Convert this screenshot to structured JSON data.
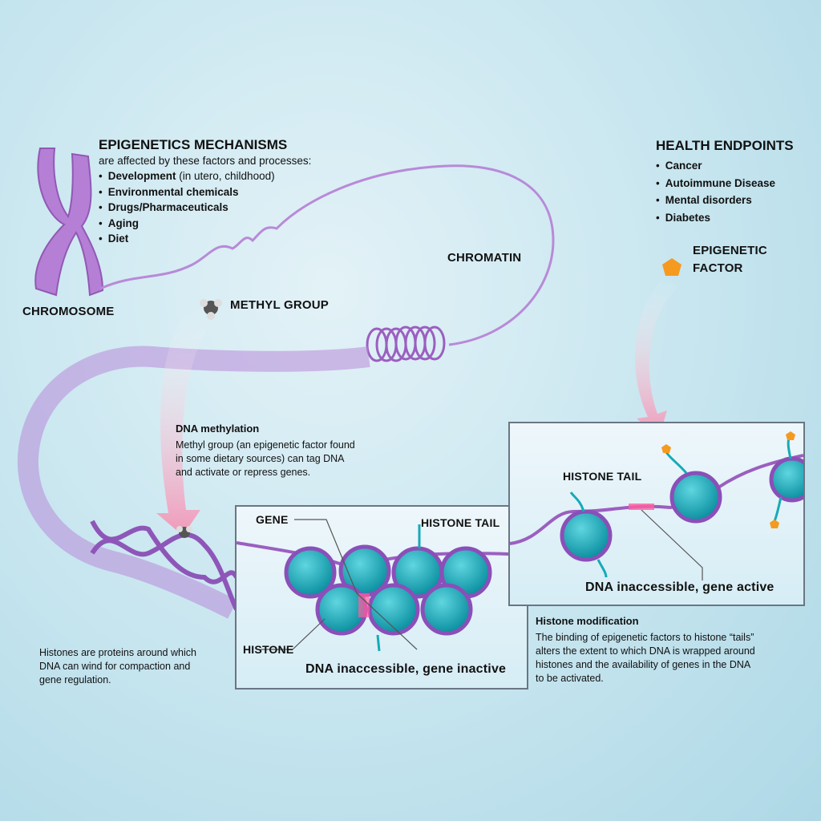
{
  "mechanisms": {
    "title": "EPIGENETICS MECHANISMS",
    "subtitle": "are affected by these factors and processes:",
    "items": [
      {
        "bold": "Development",
        "rest": " (in utero, childhood)"
      },
      {
        "bold": "Environmental chemicals",
        "rest": ""
      },
      {
        "bold": "Drugs/Pharmaceuticals",
        "rest": ""
      },
      {
        "bold": "Aging",
        "rest": ""
      },
      {
        "bold": "Diet",
        "rest": ""
      }
    ]
  },
  "health": {
    "title": "HEALTH ENDPOINTS",
    "items": [
      "Cancer",
      "Autoimmune Disease",
      "Mental disorders",
      "Diabetes"
    ]
  },
  "labels": {
    "chromosome": "CHROMOSOME",
    "chromatin": "CHROMATIN",
    "methyl_group": "METHYL GROUP",
    "epigenetic_factor_1": "EPIGENETIC",
    "epigenetic_factor_2": "FACTOR",
    "gene": "GENE",
    "histone_tail_center": "HISTONE TAIL",
    "histone_tail_right": "HISTONE TAIL",
    "histone": "HISTONE",
    "inactive": "DNA inaccessible, gene inactive",
    "active": "DNA inaccessible, gene active"
  },
  "methylation": {
    "heading": "DNA methylation",
    "lines": [
      "Methyl group (an epigenetic factor found",
      "in some dietary sources) can tag DNA",
      "and activate or repress genes."
    ]
  },
  "histones_note": {
    "lines": [
      "Histones are proteins around which",
      "DNA can wind for compaction and",
      "gene regulation."
    ]
  },
  "modification": {
    "heading": "Histone modification",
    "lines": [
      "The binding of epigenetic factors to histone “tails”",
      "alters the extent to which DNA is wrapped around",
      "histones and the availability of genes in the DNA",
      "to be activated."
    ]
  },
  "colors": {
    "dna": "#9b5fc0",
    "histone": "#16aab8",
    "arrow": "#f4a6c0",
    "factor": "#f59a1e"
  }
}
